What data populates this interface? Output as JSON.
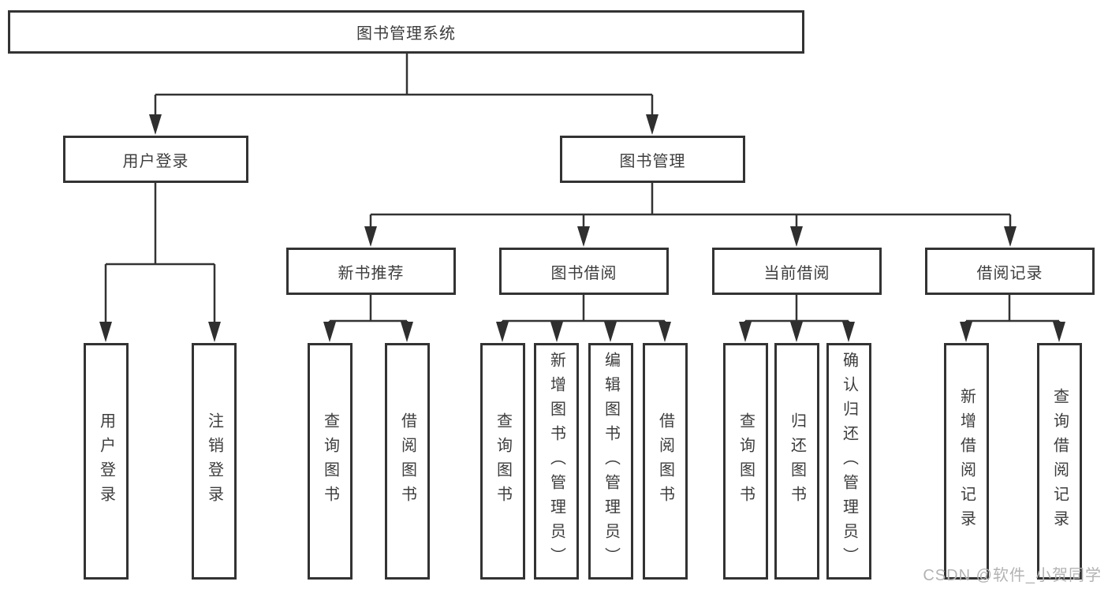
{
  "diagram": {
    "root": {
      "label": "图书管理系统"
    },
    "branches": [
      {
        "label": "用户登录",
        "children": [
          {
            "label": "用户登录"
          },
          {
            "label": "注销登录"
          }
        ]
      },
      {
        "label": "图书管理",
        "children": [
          {
            "label": "新书推荐",
            "children": [
              {
                "label": "查询图书"
              },
              {
                "label": "借阅图书"
              }
            ]
          },
          {
            "label": "图书借阅",
            "children": [
              {
                "label": "查询图书"
              },
              {
                "label": "新增图书（管理员）"
              },
              {
                "label": "编辑图书（管理员）"
              },
              {
                "label": "借阅图书"
              }
            ]
          },
          {
            "label": "当前借阅",
            "children": [
              {
                "label": "查询图书"
              },
              {
                "label": "归还图书"
              },
              {
                "label": "确认归还（管理员）"
              }
            ]
          },
          {
            "label": "借阅记录",
            "children": [
              {
                "label": "新增借阅记录"
              },
              {
                "label": "查询借阅记录"
              }
            ]
          }
        ]
      }
    ]
  },
  "watermark": {
    "text": "CSDN @软件_小贺同学"
  },
  "colors": {
    "line": "#333333",
    "box_border": "#333333",
    "text": "#3d3d3d",
    "background": "#ffffff",
    "watermark": "#b3b3b3"
  }
}
